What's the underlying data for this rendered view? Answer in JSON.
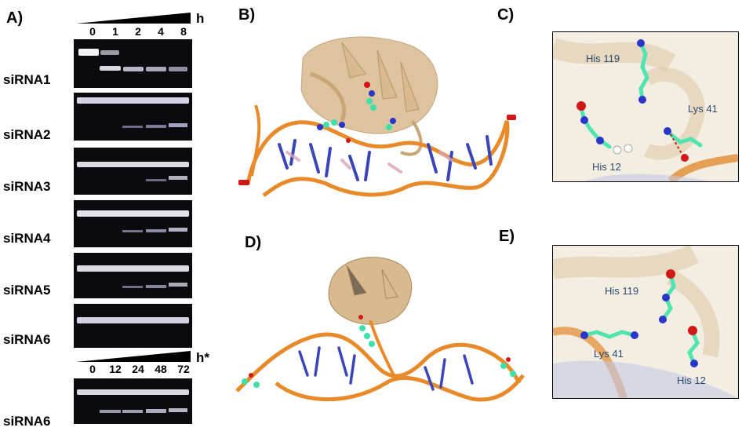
{
  "panels": {
    "a": "A)",
    "b": "B)",
    "c": "C)",
    "d": "D)",
    "e": "E)"
  },
  "gel_top": {
    "time_unit": "h",
    "lanes": [
      "0",
      "1",
      "2",
      "4",
      "8"
    ],
    "rows": [
      "siRNA1",
      "siRNA2",
      "siRNA3",
      "siRNA4",
      "siRNA5",
      "siRNA6"
    ]
  },
  "gel_bottom": {
    "time_unit": "h*",
    "lanes": [
      "0",
      "12",
      "24",
      "48",
      "72"
    ],
    "row": "siRNA6"
  },
  "inset_c": {
    "res1": "His 119",
    "res2": "Lys 41",
    "res3": "His 12"
  },
  "inset_e": {
    "res1": "His 119",
    "res2": "Lys 41",
    "res3": "His 12"
  },
  "colors": {
    "protein": "#d9b98f",
    "rna": "#e88a2a",
    "residue": "#3fe0a8",
    "nitrogen": "#2a36c8",
    "oxygen": "#d01818"
  }
}
